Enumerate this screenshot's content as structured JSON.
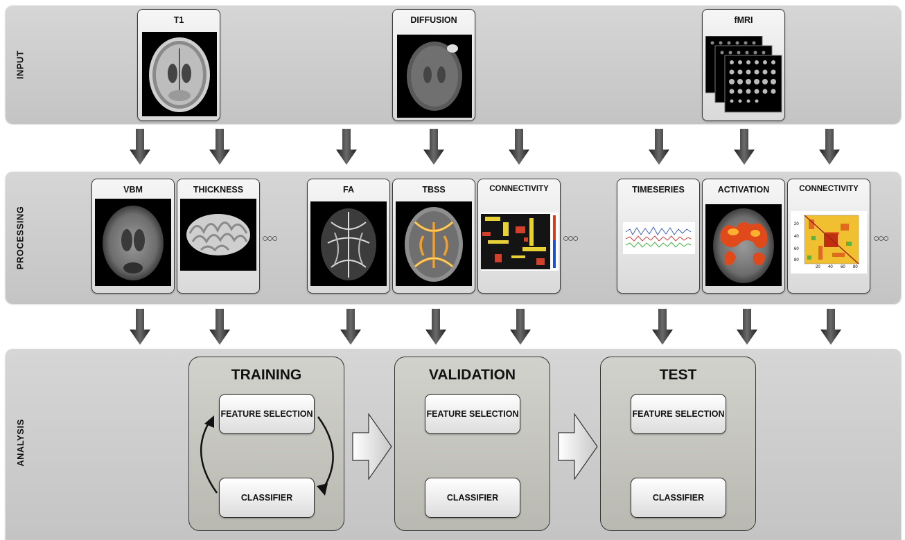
{
  "bands": {
    "input": "INPUT",
    "processing": "PROCESSING",
    "analysis": "ANALYSIS"
  },
  "inputs": {
    "t1": "T1",
    "diffusion": "DIFFUSION",
    "fmri": "fMRI"
  },
  "processing": {
    "vbm": "VBM",
    "thickness": "THICKNESS",
    "fa": "FA",
    "tbss": "TBSS",
    "connectivity_dti": "CONNECTIVITY",
    "timeseries": "TIMESERIES",
    "activation": "ACTIVATION",
    "connectivity_fmri": "CONNECTIVITY",
    "more": "○○○",
    "matrix_ticks": [
      "20",
      "40",
      "60",
      "80"
    ]
  },
  "analysis": {
    "training": {
      "title": "TRAINING",
      "feature": "FEATURE SELECTION",
      "classifier": "CLASSIFIER"
    },
    "validation": {
      "title": "VALIDATION",
      "feature": "FEATURE SELECTION",
      "classifier": "CLASSIFIER"
    },
    "test": {
      "title": "TEST",
      "feature": "FEATURE SELECTION",
      "classifier": "CLASSIFIER"
    }
  },
  "colors": {
    "band": "#c9c9c9",
    "stage": "#bfbfb8",
    "arrow": "#3a3a3a"
  }
}
